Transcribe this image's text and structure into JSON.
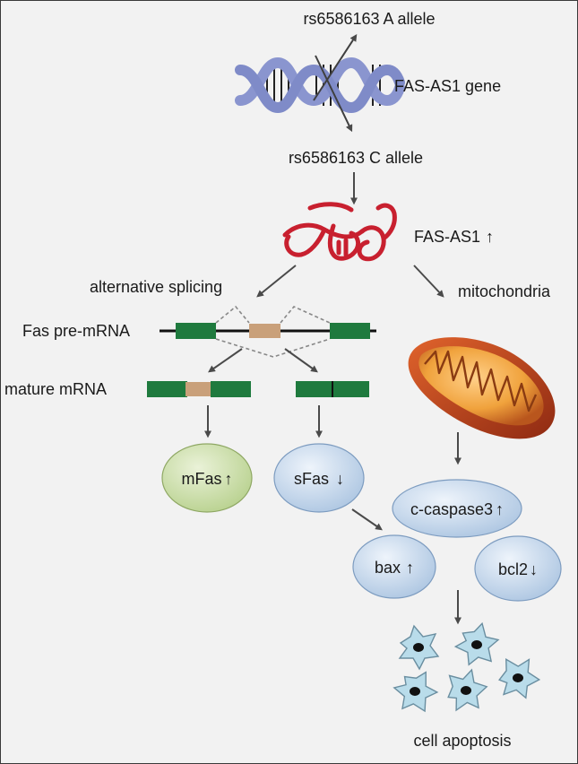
{
  "labels": {
    "allele_a": "rs6586163 A allele",
    "gene": "FAS-AS1 gene",
    "allele_c": "rs6586163 C allele",
    "lncrna": "FAS-AS1",
    "alt_splicing": "alternative splicing",
    "mitochondria": "mitochondria",
    "pre_mrna": "Fas pre-mRNA",
    "mature_mrna": "mature mRNA",
    "mfas": "mFas",
    "sfas": "sFas",
    "caspase": "c-caspase3",
    "bax": "bax",
    "bcl2": "bcl2",
    "apoptosis": "cell apoptosis"
  },
  "arrows": {
    "up": "↑",
    "down": "↓"
  },
  "colors": {
    "background": "#f2f2f2",
    "dna_strand": "#8a95cf",
    "lncrna": "#c8202f",
    "exon": "#1f7a3e",
    "alt_exon": "#c9a07a",
    "mfas_node": "#c9dcaa",
    "blue_node": "#c8d9ec",
    "cell": "#b9dcea",
    "arrow": "#4a4a4a"
  }
}
